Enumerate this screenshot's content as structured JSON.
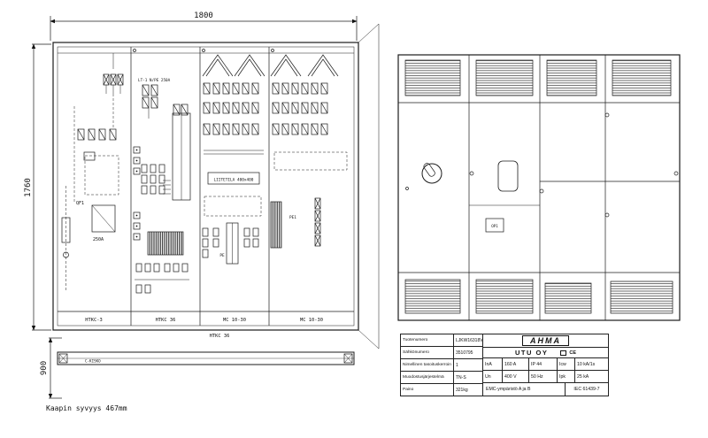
{
  "drawing": {
    "dims": {
      "width_label": "1800",
      "height_label": "1760",
      "base_label": "900",
      "depth_note": "Kaapin syvyys 467mm"
    },
    "labels": {
      "lt1": "LT-1 N/PE 250A",
      "qf1": "QF1",
      "amp250": "250A",
      "liitetila": "LIITETILA 400x400",
      "pe": "PE",
      "pe1": "PE1",
      "ckisko": "C-KISKO",
      "caption": "HTKC 36"
    },
    "sections": [
      "HTKC-3",
      "HTKC 36",
      "MC 10-30",
      "MC 10-30"
    ]
  },
  "front_view": {
    "op1": "OP1"
  },
  "nameplate": {
    "rows": [
      {
        "label": "Tuotenumero",
        "value": "LJKW16318V8"
      },
      {
        "label": "Sähkönumero",
        "value": "3510795"
      },
      {
        "label": "Nimellinen tasoituskerroin",
        "value": "1"
      },
      {
        "label": "Muodostusjärjestelmä",
        "value": "TN-S"
      },
      {
        "label": "Paino",
        "value": "321kg"
      }
    ],
    "brand": "AHMA",
    "company": "UTU OY",
    "ce": "CE",
    "specs": [
      [
        "InA",
        "160 A",
        "IP 44",
        "Icw",
        "10 kA/1s"
      ],
      [
        "Un",
        "400 V",
        "50 Hz",
        "Ipk",
        "25 kA"
      ]
    ],
    "emc": "EMC-ympäristö A ja B",
    "standard": "IEC 61439-7"
  }
}
